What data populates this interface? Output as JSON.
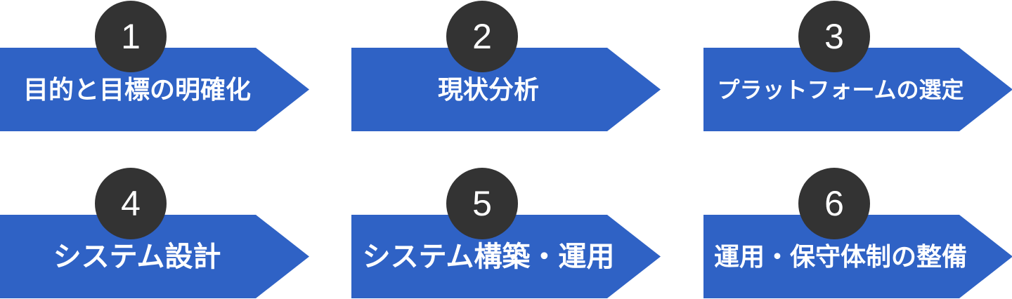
{
  "diagram": {
    "type": "process-flow",
    "colors": {
      "arrow_blue": "#2f62c5",
      "badge_dark": "#333333",
      "text_white": "#ffffff",
      "background": "#ffffff"
    },
    "steps": [
      {
        "number": "1",
        "label": "目的と目標の明確化"
      },
      {
        "number": "2",
        "label": "現状分析"
      },
      {
        "number": "3",
        "label": "プラットフォームの選定"
      },
      {
        "number": "4",
        "label": "システム設計"
      },
      {
        "number": "5",
        "label": "システム構築・運用"
      },
      {
        "number": "6",
        "label": "運用・保守体制の整備"
      }
    ]
  }
}
